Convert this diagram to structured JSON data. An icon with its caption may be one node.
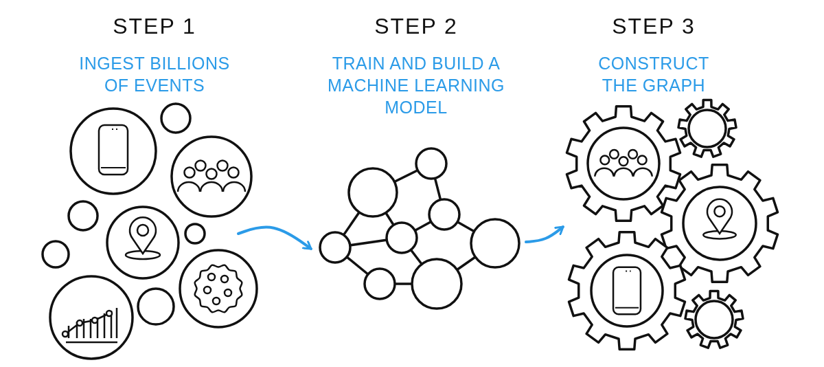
{
  "diagram": {
    "nodes": [
      {
        "text": [
          "STEP 1",
          "INGEST BILLIONS OF EVENTS"
        ]
      },
      {
        "text": [
          "STEP 2",
          "TRAIN AND BUILD A MACHINE LEARNING MODEL"
        ]
      },
      {
        "text": [
          "STEP 3",
          "CONSTRUCT THE GRAPH"
        ]
      }
    ],
    "edges": [
      {
        "from": 0,
        "to": 1,
        "arrow": "to"
      },
      {
        "from": 1,
        "to": 2,
        "arrow": "to"
      }
    ]
  }
}
